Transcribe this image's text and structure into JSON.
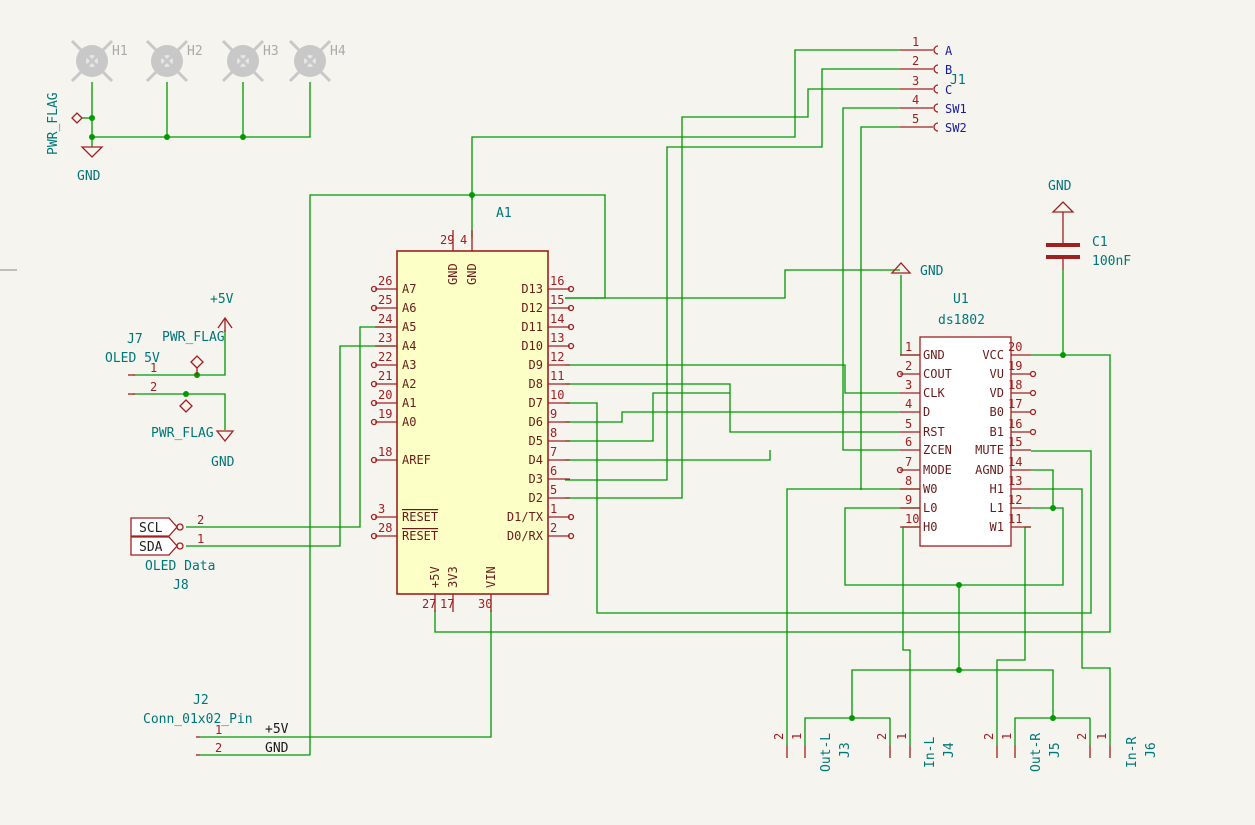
{
  "mounting_holes": [
    "H1",
    "H2",
    "H3",
    "H4"
  ],
  "power": {
    "pwr_flag": "PWR_FLAG",
    "gnd": "GND",
    "p5v": "+5V"
  },
  "arduino": {
    "ref": "A1",
    "left_pins": [
      {
        "num": "26",
        "name": "A7"
      },
      {
        "num": "25",
        "name": "A6"
      },
      {
        "num": "24",
        "name": "A5"
      },
      {
        "num": "23",
        "name": "A4"
      },
      {
        "num": "22",
        "name": "A3"
      },
      {
        "num": "21",
        "name": "A2"
      },
      {
        "num": "20",
        "name": "A1"
      },
      {
        "num": "19",
        "name": "A0"
      },
      {
        "num": "18",
        "name": "AREF"
      },
      {
        "num": "3",
        "name": "RESET"
      },
      {
        "num": "28",
        "name": "RESET"
      }
    ],
    "right_pins": [
      {
        "num": "16",
        "name": "D13"
      },
      {
        "num": "15",
        "name": "D12"
      },
      {
        "num": "14",
        "name": "D11"
      },
      {
        "num": "13",
        "name": "D10"
      },
      {
        "num": "12",
        "name": "D9"
      },
      {
        "num": "11",
        "name": "D8"
      },
      {
        "num": "10",
        "name": "D7"
      },
      {
        "num": "9",
        "name": "D6"
      },
      {
        "num": "8",
        "name": "D5"
      },
      {
        "num": "7",
        "name": "D4"
      },
      {
        "num": "6",
        "name": "D3"
      },
      {
        "num": "5",
        "name": "D2"
      },
      {
        "num": "1",
        "name": "D1/TX"
      },
      {
        "num": "2",
        "name": "D0/RX"
      }
    ],
    "top_pins": [
      {
        "num": "29",
        "name": "GND"
      },
      {
        "num": "4",
        "name": "GND"
      }
    ],
    "bottom_pins": [
      {
        "num": "27",
        "name": "+5V"
      },
      {
        "num": "17",
        "name": "3V3"
      },
      {
        "num": "30",
        "name": "VIN"
      }
    ]
  },
  "ds1802": {
    "ref": "U1",
    "value": "ds1802",
    "left_pins": [
      {
        "num": "1",
        "name": "GND"
      },
      {
        "num": "2",
        "name": "COUT"
      },
      {
        "num": "3",
        "name": "CLK"
      },
      {
        "num": "4",
        "name": "D"
      },
      {
        "num": "5",
        "name": "RST"
      },
      {
        "num": "6",
        "name": "ZCEN"
      },
      {
        "num": "7",
        "name": "MODE"
      },
      {
        "num": "8",
        "name": "W0"
      },
      {
        "num": "9",
        "name": "L0"
      },
      {
        "num": "10",
        "name": "H0"
      }
    ],
    "right_pins": [
      {
        "num": "20",
        "name": "VCC"
      },
      {
        "num": "19",
        "name": "VU"
      },
      {
        "num": "18",
        "name": "VD"
      },
      {
        "num": "17",
        "name": "B0"
      },
      {
        "num": "16",
        "name": "B1"
      },
      {
        "num": "15",
        "name": "MUTE"
      },
      {
        "num": "14",
        "name": "AGND"
      },
      {
        "num": "13",
        "name": "H1"
      },
      {
        "num": "12",
        "name": "L1"
      },
      {
        "num": "11",
        "name": "W1"
      }
    ]
  },
  "j1": {
    "ref": "J1",
    "pins": [
      {
        "num": "1",
        "label": "A"
      },
      {
        "num": "2",
        "label": "B"
      },
      {
        "num": "3",
        "label": "C"
      },
      {
        "num": "4",
        "label": "SW1"
      },
      {
        "num": "5",
        "label": "SW2"
      }
    ]
  },
  "c1": {
    "ref": "C1",
    "value": "100nF"
  },
  "j7": {
    "ref": "J7",
    "value": "OLED 5V",
    "pins": [
      "1",
      "2"
    ]
  },
  "j8": {
    "ref": "J8",
    "value": "OLED Data",
    "labels": [
      "SCL",
      "SDA"
    ],
    "pins": [
      "2",
      "1"
    ]
  },
  "j2": {
    "ref": "J2",
    "value": "Conn_01x02_Pin",
    "pins": [
      "1",
      "2"
    ],
    "nets": [
      "+5V",
      "GND"
    ]
  },
  "audio_jacks": [
    {
      "ref": "J3",
      "value": "Out-L",
      "pins": [
        "2",
        "1"
      ]
    },
    {
      "ref": "J4",
      "value": "In-L",
      "pins": [
        "2",
        "1"
      ]
    },
    {
      "ref": "J5",
      "value": "Out-R",
      "pins": [
        "2",
        "1"
      ]
    },
    {
      "ref": "J6",
      "value": "In-R",
      "pins": [
        "2",
        "1"
      ]
    }
  ]
}
